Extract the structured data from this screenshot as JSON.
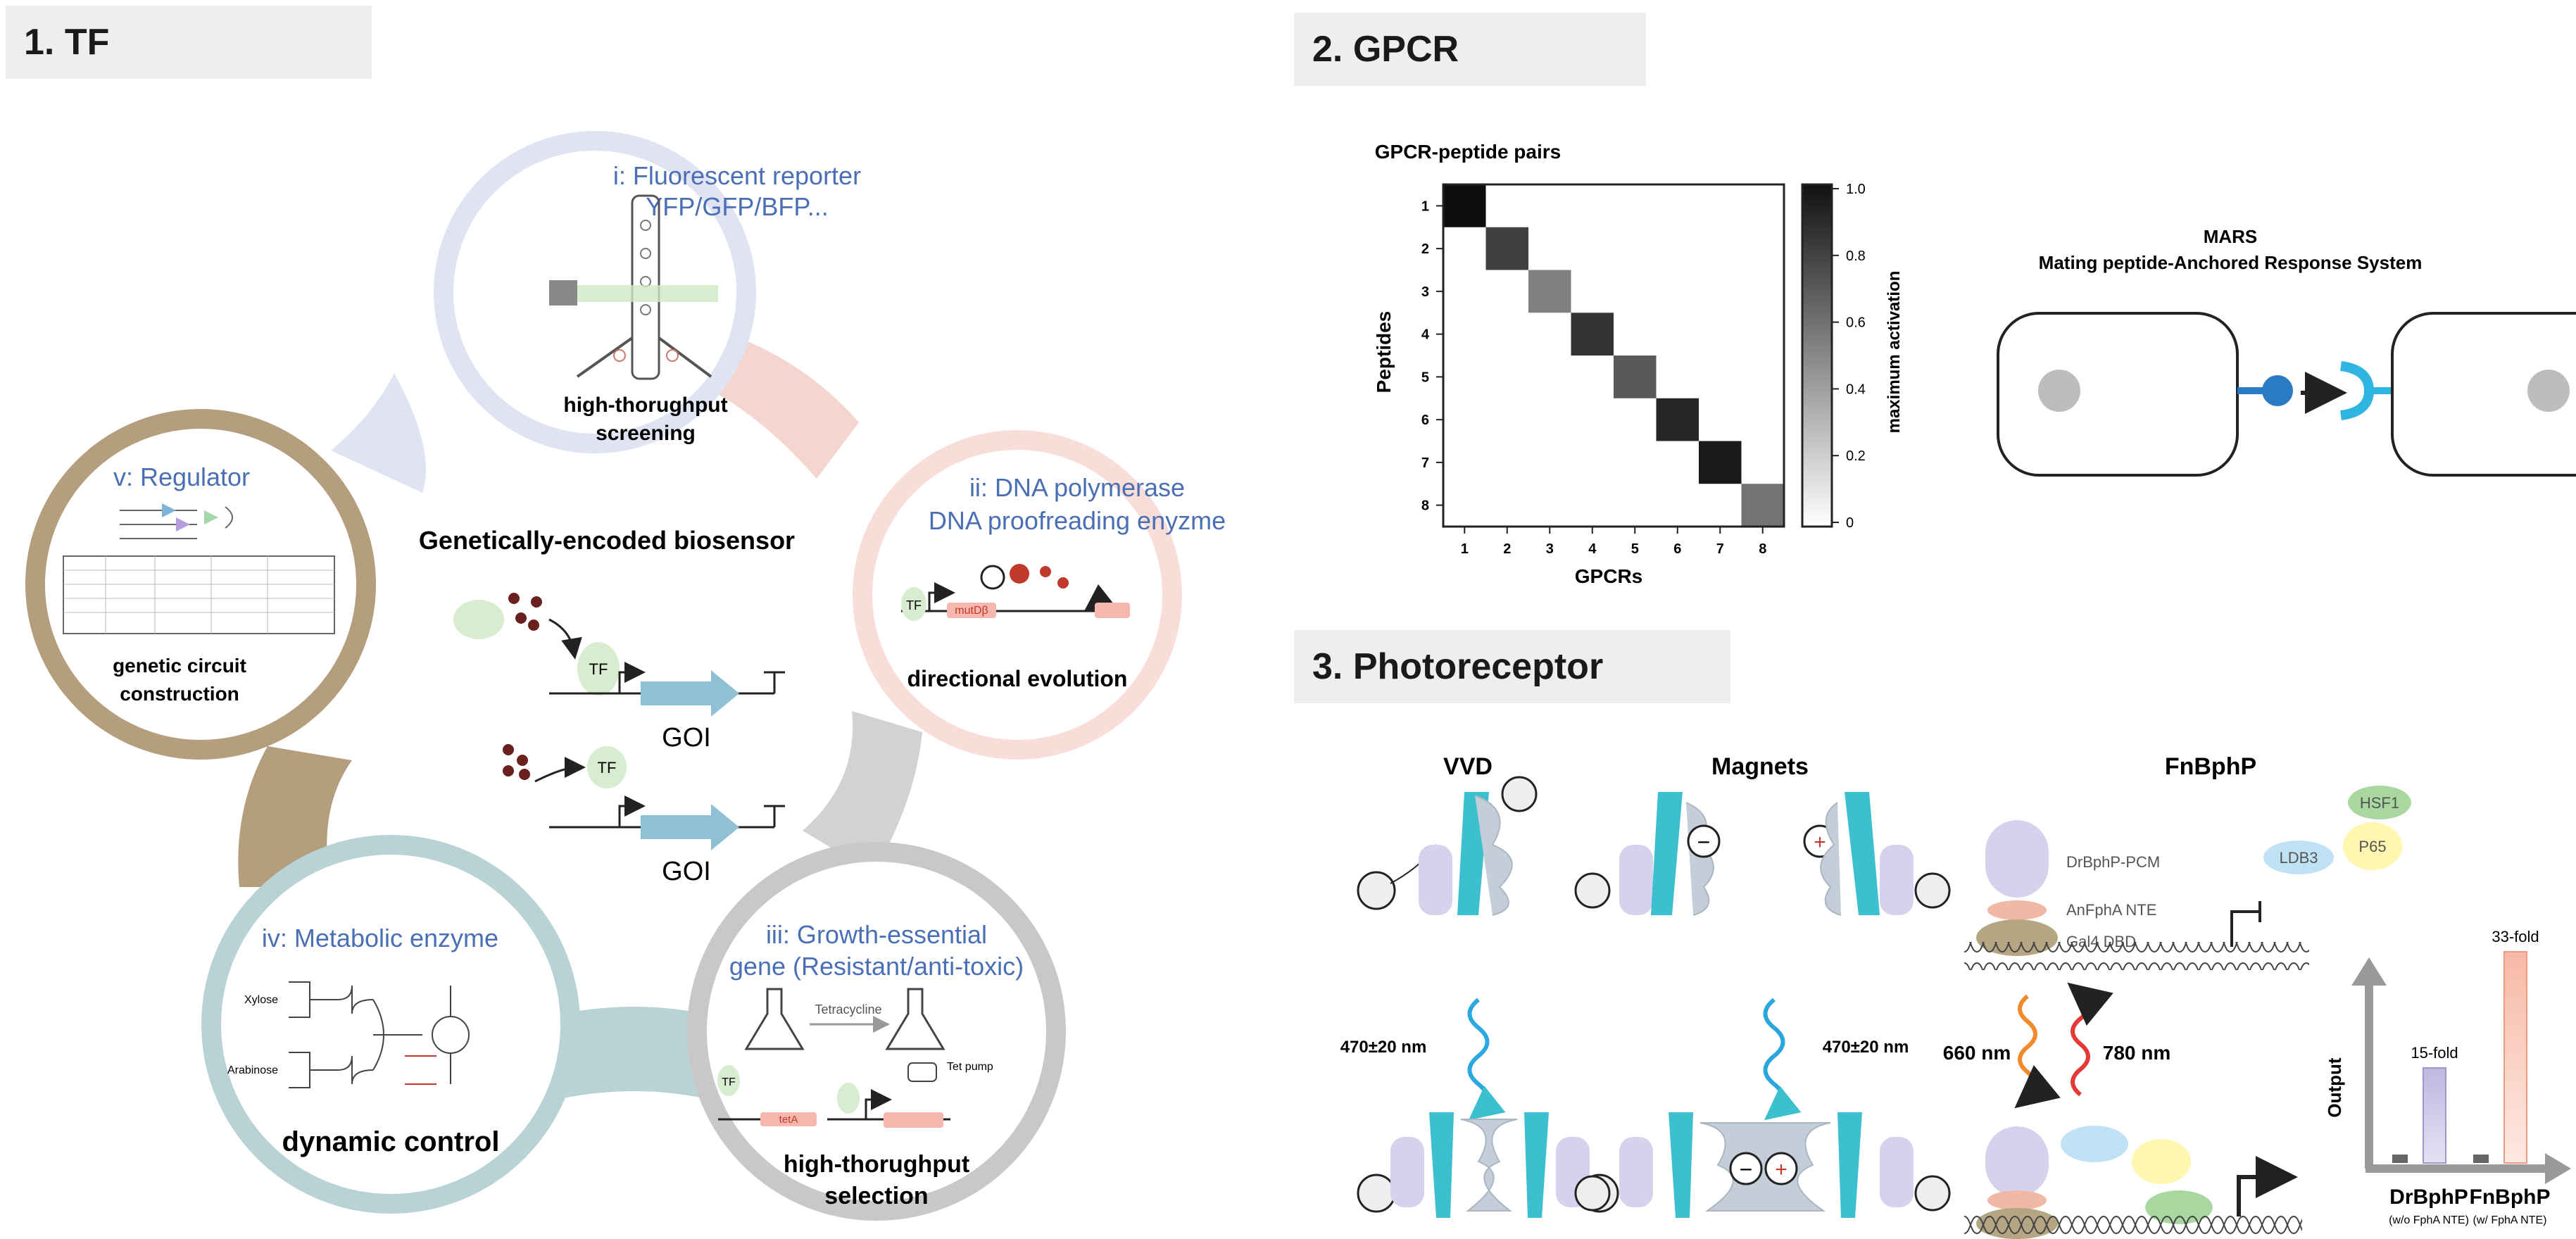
{
  "sections": {
    "tf": {
      "title": "1. TF"
    },
    "gpcr": {
      "title": "2. GPCR"
    },
    "photo": {
      "title": "3. Photoreceptor"
    }
  },
  "tf": {
    "center": {
      "title": "Genetically-encoded biosensor",
      "tf_label": "TF",
      "goi_label": "GOI"
    },
    "nodes": {
      "reporter": {
        "heading1": "i: Fluorescent reporter",
        "heading2": "YFP/GFP/BFP...",
        "caption1": "high-thorughput",
        "caption2": "screening"
      },
      "polymerase": {
        "heading1": "ii: DNA polymerase",
        "heading2": "DNA proofreading enyzme",
        "caption": "directional evolution",
        "label_tf": "TF",
        "label_mut": "mutDβ"
      },
      "growth": {
        "heading1": "iii: Growth-essential",
        "heading2": "gene (Resistant/anti-toxic)",
        "caption1": "high-thorughput",
        "caption2": "selection",
        "tetracycline": "Tetracycline",
        "tet_pump": "Tet pump",
        "teta": "tetA",
        "label_tf": "TF"
      },
      "metabolic": {
        "heading": "iv: Metabolic enzyme",
        "caption": "dynamic control",
        "xylose": "Xylose",
        "arabinose": "Arabinose"
      },
      "regulator": {
        "heading": "v: Regulator",
        "caption1": "genetic circuit",
        "caption2": "construction"
      }
    }
  },
  "gpcr": {
    "heatmap_title": "GPCR-peptide pairs",
    "x_label": "GPCRs",
    "y_label": "Peptides",
    "colorbar_label": "maximum activation",
    "colorbar_ticks": [
      "1.0",
      "0.8",
      "0.6",
      "0.4",
      "0.2",
      "0"
    ],
    "ticks": [
      "1",
      "2",
      "3",
      "4",
      "5",
      "6",
      "7",
      "8"
    ],
    "diagonal_activation": [
      0.95,
      0.75,
      0.5,
      0.8,
      0.65,
      0.85,
      0.9,
      0.55
    ],
    "mars_title": "MARS",
    "mars_subtitle": "Mating peptide-Anchored Response System"
  },
  "photo": {
    "vvd": {
      "title": "VVD",
      "wavelength": "470±20 nm"
    },
    "magnets": {
      "title": "Magnets",
      "wavelength": "470±20 nm",
      "minus": "−",
      "plus": "+"
    },
    "fnbphp": {
      "title": "FnBphP",
      "labels": {
        "pcm": "DrBphP-PCM",
        "nte": "AnFphA NTE",
        "dbd": "Gal4 DBD",
        "hsf1": "HSF1",
        "p65": "P65",
        "ldb3": "LDB3"
      },
      "wavelength_1": "660 nm",
      "wavelength_2": "780 nm",
      "y_axis": "Output",
      "bars": [
        {
          "name": "DrBphP",
          "note": "(w/o FphA NTE)",
          "fold": "15-fold",
          "base": 0.04,
          "value": 0.45
        },
        {
          "name": "FnBphP",
          "note": "(w/ FphA NTE)",
          "fold": "33-fold",
          "base": 0.04,
          "value": 1.0
        }
      ]
    }
  },
  "colors": {
    "ring_reporter": "#dfe3f2",
    "ring_polymerase": "#f9ddd9",
    "ring_growth": "#c8c8c8",
    "ring_metabolic": "#b8d2d6",
    "ring_regulator": "#b49e7d",
    "heading_blue": "#4a6fb5",
    "dna_arrow": "#8fc1d4",
    "tf_green": "#d8ecd0",
    "cyan": "#3cbfcf",
    "lavender": "#d4d2ec"
  }
}
